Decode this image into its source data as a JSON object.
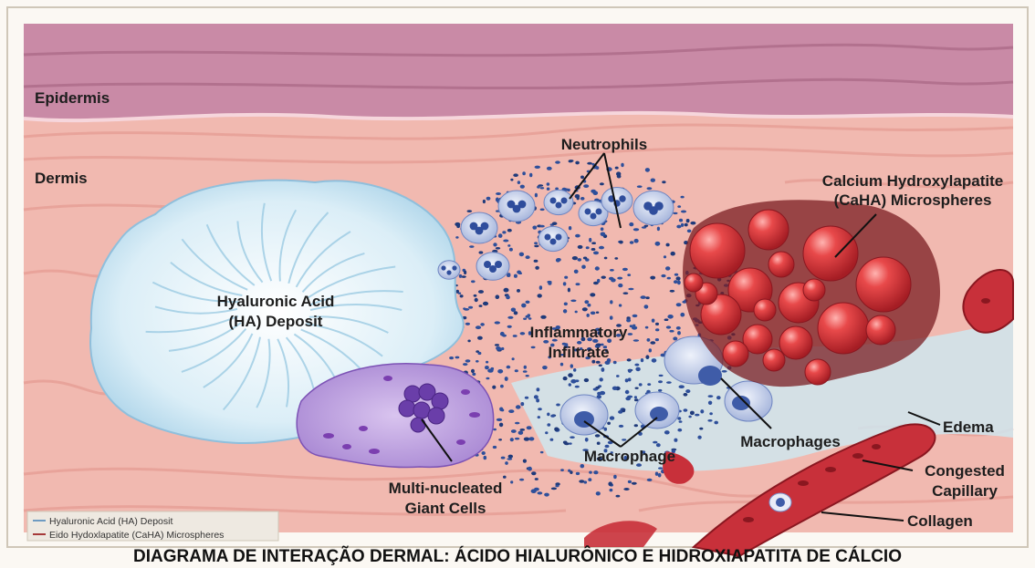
{
  "title": "DIAGRAMA DE INTERAÇÃO DERMAL: ÁCIDO HIALURÔNICO E HIDROXIAPATITA DE CÁLCIO",
  "labels": {
    "epidermis": "Epidermis",
    "dermis": "Dermis",
    "neutrophils": "Neutrophils",
    "caha_line1": "Calcium Hydroxylapatite",
    "caha_line2": "(CaHA) Microspheres",
    "ha_line1": "Hyaluronic Acid",
    "ha_line2": "(HA) Deposit",
    "infiltrate_line1": "Inflammatory",
    "infiltrate_line2": "Infiltrate",
    "macrophage": "Macrophage",
    "macrophages": "Macrophages",
    "giant_line1": "Multi-nucleated",
    "giant_line2": "Giant Cells",
    "edema": "Edema",
    "capillary_line1": "Congested",
    "capillary_line2": "Capillary",
    "collagen": "Collagen"
  },
  "legend": [
    {
      "text": "Hyaluronic Acid (HA) Deposit"
    },
    {
      "text": "Eido Hydoxlapatite (CaHA) Microspheres"
    }
  ],
  "colors": {
    "epidermis": "#c98aa6",
    "dermis": "#f0b4ad",
    "ha_gel": "#d6ecf6",
    "caha": "#d8383a",
    "infiltrate": "#2e4f9a",
    "giant_cell": "#8b5cc0",
    "capillary": "#c8303a"
  }
}
